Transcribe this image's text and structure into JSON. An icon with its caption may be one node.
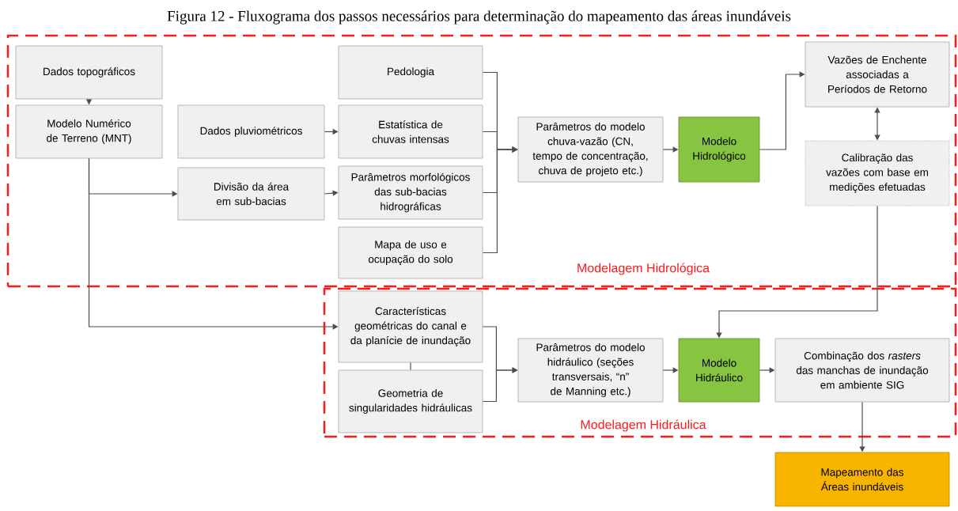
{
  "diagram": {
    "title": "Figura 12 - Fluxograma dos passos necessários para determinação do mapeamento das áreas inundáveis",
    "nodes": [
      {
        "text": [
          "Modelagem Hidrológica"
        ]
      },
      {
        "text": [
          "Dados topográficos"
        ],
        "in": 0
      },
      {
        "text": [
          "Modelo Numérico de Terreno (MNT)"
        ],
        "in": 0
      },
      {
        "text": [
          "Dados pluviométricos"
        ],
        "in": 0
      },
      {
        "text": [
          "Divisão da área em sub-bacias"
        ],
        "in": 0
      },
      {
        "text": [
          "Pedologia"
        ],
        "in": 0
      },
      {
        "text": [
          "Estatística de chuvas intensas"
        ],
        "in": 0
      },
      {
        "text": [
          "Parâmetros morfológicos das sub-bacias hidrográficas"
        ],
        "in": 0
      },
      {
        "text": [
          "Mapa de uso e ocupação do solo"
        ],
        "in": 0
      },
      {
        "text": [
          "Parâmetros do modelo chuva-vazão (CN, tempo de concentração, chuva de projeto etc.)"
        ],
        "in": 0
      },
      {
        "text": [
          "Modelo Hidrológico"
        ],
        "in": 0
      },
      {
        "text": [
          "Vazões de Enchente associadas a Períodos de Retorno"
        ],
        "in": 0
      },
      {
        "text": [
          "Calibração das vazões com base em medições efetuadas"
        ],
        "in": 0
      },
      {
        "text": [
          "Modelagem Hidráulica"
        ]
      },
      {
        "text": [
          "Características geométricas do canal e da planície de inundação"
        ],
        "in": 13
      },
      {
        "text": [
          "Geometria de singularidades hidráulicas"
        ],
        "in": 13
      },
      {
        "text": [
          "Parâmetros do modelo hidráulico (seções transversais, “n” de Manning etc.)"
        ],
        "in": 13
      },
      {
        "text": [
          "Modelo Hidráulico"
        ],
        "in": 13
      },
      {
        "text": [
          "Combinação dos *rasters* das manchas de inundação em ambiente SIG"
        ],
        "in": 13
      },
      {
        "text": [
          "Mapeamento das Áreas inundáveis"
        ]
      }
    ],
    "edges": [
      {
        "from": 1,
        "to": 2,
        "arrow": "to"
      },
      {
        "from": 2,
        "to": 4,
        "arrow": "to"
      },
      {
        "from": 2,
        "to": 14,
        "arrow": "to"
      },
      {
        "from": 3,
        "to": 6,
        "arrow": "to"
      },
      {
        "from": 4,
        "to": 7,
        "arrow": "to"
      },
      {
        "from": 5,
        "to": 9,
        "arrow": "to"
      },
      {
        "from": 6,
        "to": 9,
        "arrow": "to"
      },
      {
        "from": 7,
        "to": 9,
        "arrow": "to"
      },
      {
        "from": 8,
        "to": 9,
        "arrow": "to"
      },
      {
        "from": 9,
        "to": 10,
        "arrow": "to"
      },
      {
        "from": 10,
        "to": 11,
        "arrow": "to"
      },
      {
        "from": 11,
        "to": 12,
        "arrow": "both"
      },
      {
        "from": 12,
        "to": 17,
        "arrow": "to"
      },
      {
        "from": 14,
        "to": 15,
        "arrow": "none"
      },
      {
        "from": 14,
        "to": 16,
        "arrow": "to"
      },
      {
        "from": 15,
        "to": 16,
        "arrow": "to"
      },
      {
        "from": 16,
        "to": 17,
        "arrow": "to"
      },
      {
        "from": 17,
        "to": 18,
        "arrow": "to"
      },
      {
        "from": 18,
        "to": 19,
        "arrow": "to"
      }
    ]
  }
}
